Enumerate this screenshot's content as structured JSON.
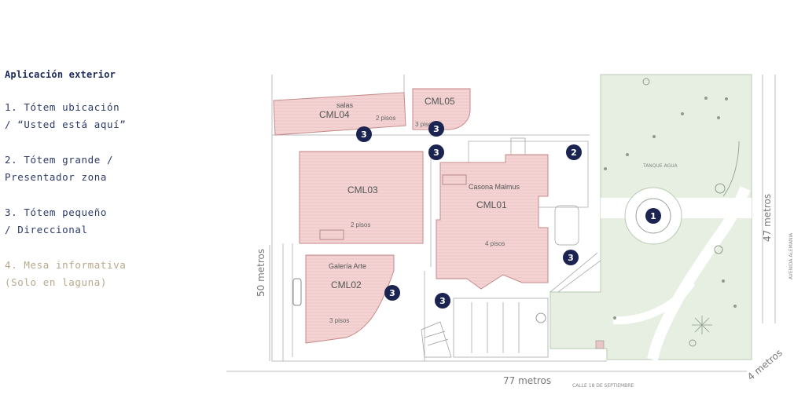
{
  "legend": {
    "heading": "Aplicación exterior",
    "items": [
      {
        "line1": "1. Tótem ubicación",
        "line2": "/ “Usted está aquí”"
      },
      {
        "line1": "2. Tótem grande /",
        "line2": "Presentador zona"
      },
      {
        "line1": "3. Tótem pequeño",
        "line2": "/ Direccional"
      },
      {
        "line1": "4. Mesa informativa",
        "line2": "(Solo en laguna)"
      }
    ]
  },
  "map": {
    "buildings": {
      "cml04": {
        "name": "CML04",
        "sub": "salas",
        "floors": "2 pisos"
      },
      "cml05": {
        "name": "CML05",
        "floors": "3 pisos"
      },
      "cml03": {
        "name": "CML03",
        "floors": "2 pisos"
      },
      "cml01": {
        "name": "CML01",
        "sub": "Casona Malmus",
        "floors": "4 pisos"
      },
      "cml02": {
        "name": "CML02",
        "sub": "Galería Arte",
        "floors": "3 pisos"
      }
    },
    "markers": {
      "m1": "1",
      "m2": "2",
      "m3a": "3",
      "m3b": "3",
      "m3c": "3",
      "m3d": "3",
      "m3e": "3"
    },
    "dimensions": {
      "width": "77 metros",
      "height": "50 metros",
      "right_height": "47 metros",
      "corner": "4 metros"
    },
    "streets": {
      "bottom": "CALLE 18 DE SEPTIEMBRE",
      "right": "AVENIDA ALEMANIA"
    },
    "park_label": "TANQUE AGUA",
    "colors": {
      "building_fill": "#f2d0d0",
      "building_stroke": "#c58a8a",
      "park_fill": "#e6efe2",
      "marker_fill": "#1b2350"
    }
  }
}
